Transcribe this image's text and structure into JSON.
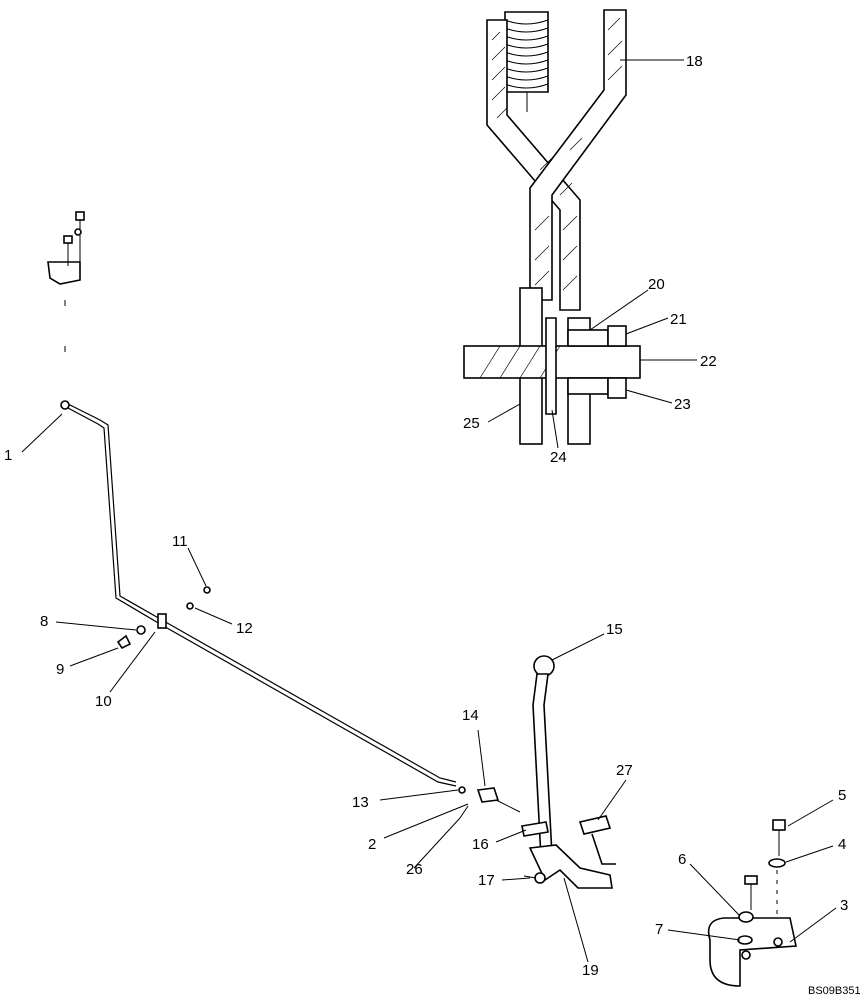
{
  "figure": {
    "reference_code": "BS09B351",
    "callouts": {
      "c1": "1",
      "c2": "2",
      "c3": "3",
      "c4": "4",
      "c5": "5",
      "c6": "6",
      "c7": "7",
      "c8": "8",
      "c9": "9",
      "c10": "10",
      "c11": "11",
      "c12": "12",
      "c13": "13",
      "c14": "14",
      "c15": "15",
      "c16": "16",
      "c17": "17",
      "c18": "18",
      "c19": "19",
      "c20": "20",
      "c21": "21",
      "c22": "22",
      "c23": "23",
      "c24": "24",
      "c25": "25",
      "c26": "26",
      "c27": "27"
    }
  }
}
